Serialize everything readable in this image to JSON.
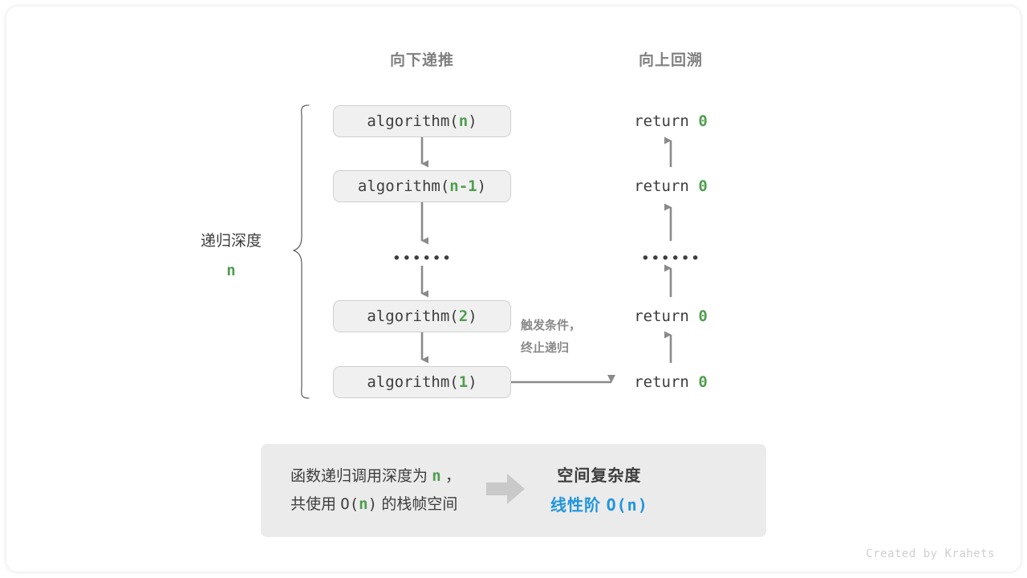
{
  "headers": {
    "down": "向下递推",
    "up": "向上回溯"
  },
  "depth": {
    "label": "递归深度",
    "value": "n"
  },
  "calls": [
    {
      "name": "algorithm(",
      "arg": "n",
      "close": ")"
    },
    {
      "name": "algorithm(",
      "arg": "n-1",
      "close": ")"
    },
    {
      "name": "algorithm(",
      "arg": "2",
      "close": ")"
    },
    {
      "name": "algorithm(",
      "arg": "1",
      "close": ")"
    }
  ],
  "returns": [
    {
      "text": "return ",
      "value": "0"
    },
    {
      "text": "return ",
      "value": "0"
    },
    {
      "text": "return ",
      "value": "0"
    },
    {
      "text": "return ",
      "value": "0"
    }
  ],
  "ellipsis": "••••••",
  "terminate_note": {
    "line1": "触发条件，",
    "line2": "终止递归"
  },
  "summary": {
    "line1_pre": "函数递归调用深度为 ",
    "line1_var": "n",
    "line1_post": " ，",
    "line2_pre": "共使用 ",
    "line2_mono_open": "O(",
    "line2_var": "n",
    "line2_mono_close": ")",
    "line2_post": " 的栈帧空间",
    "result_title": "空间复杂度",
    "result_value_label": "线性阶 ",
    "result_value_mono": "O(n)"
  },
  "credit": "Created by Krahets",
  "colors": {
    "accent_green": "#4f9e4f",
    "accent_blue": "#1f95dd",
    "box_fill": "#f0f0f0",
    "box_border": "#cfcfcf",
    "panel_fill": "#ebebeb",
    "text_dark": "#3d3d3d",
    "text_gray": "#808080",
    "arrow_gray": "#8a8a8a"
  }
}
